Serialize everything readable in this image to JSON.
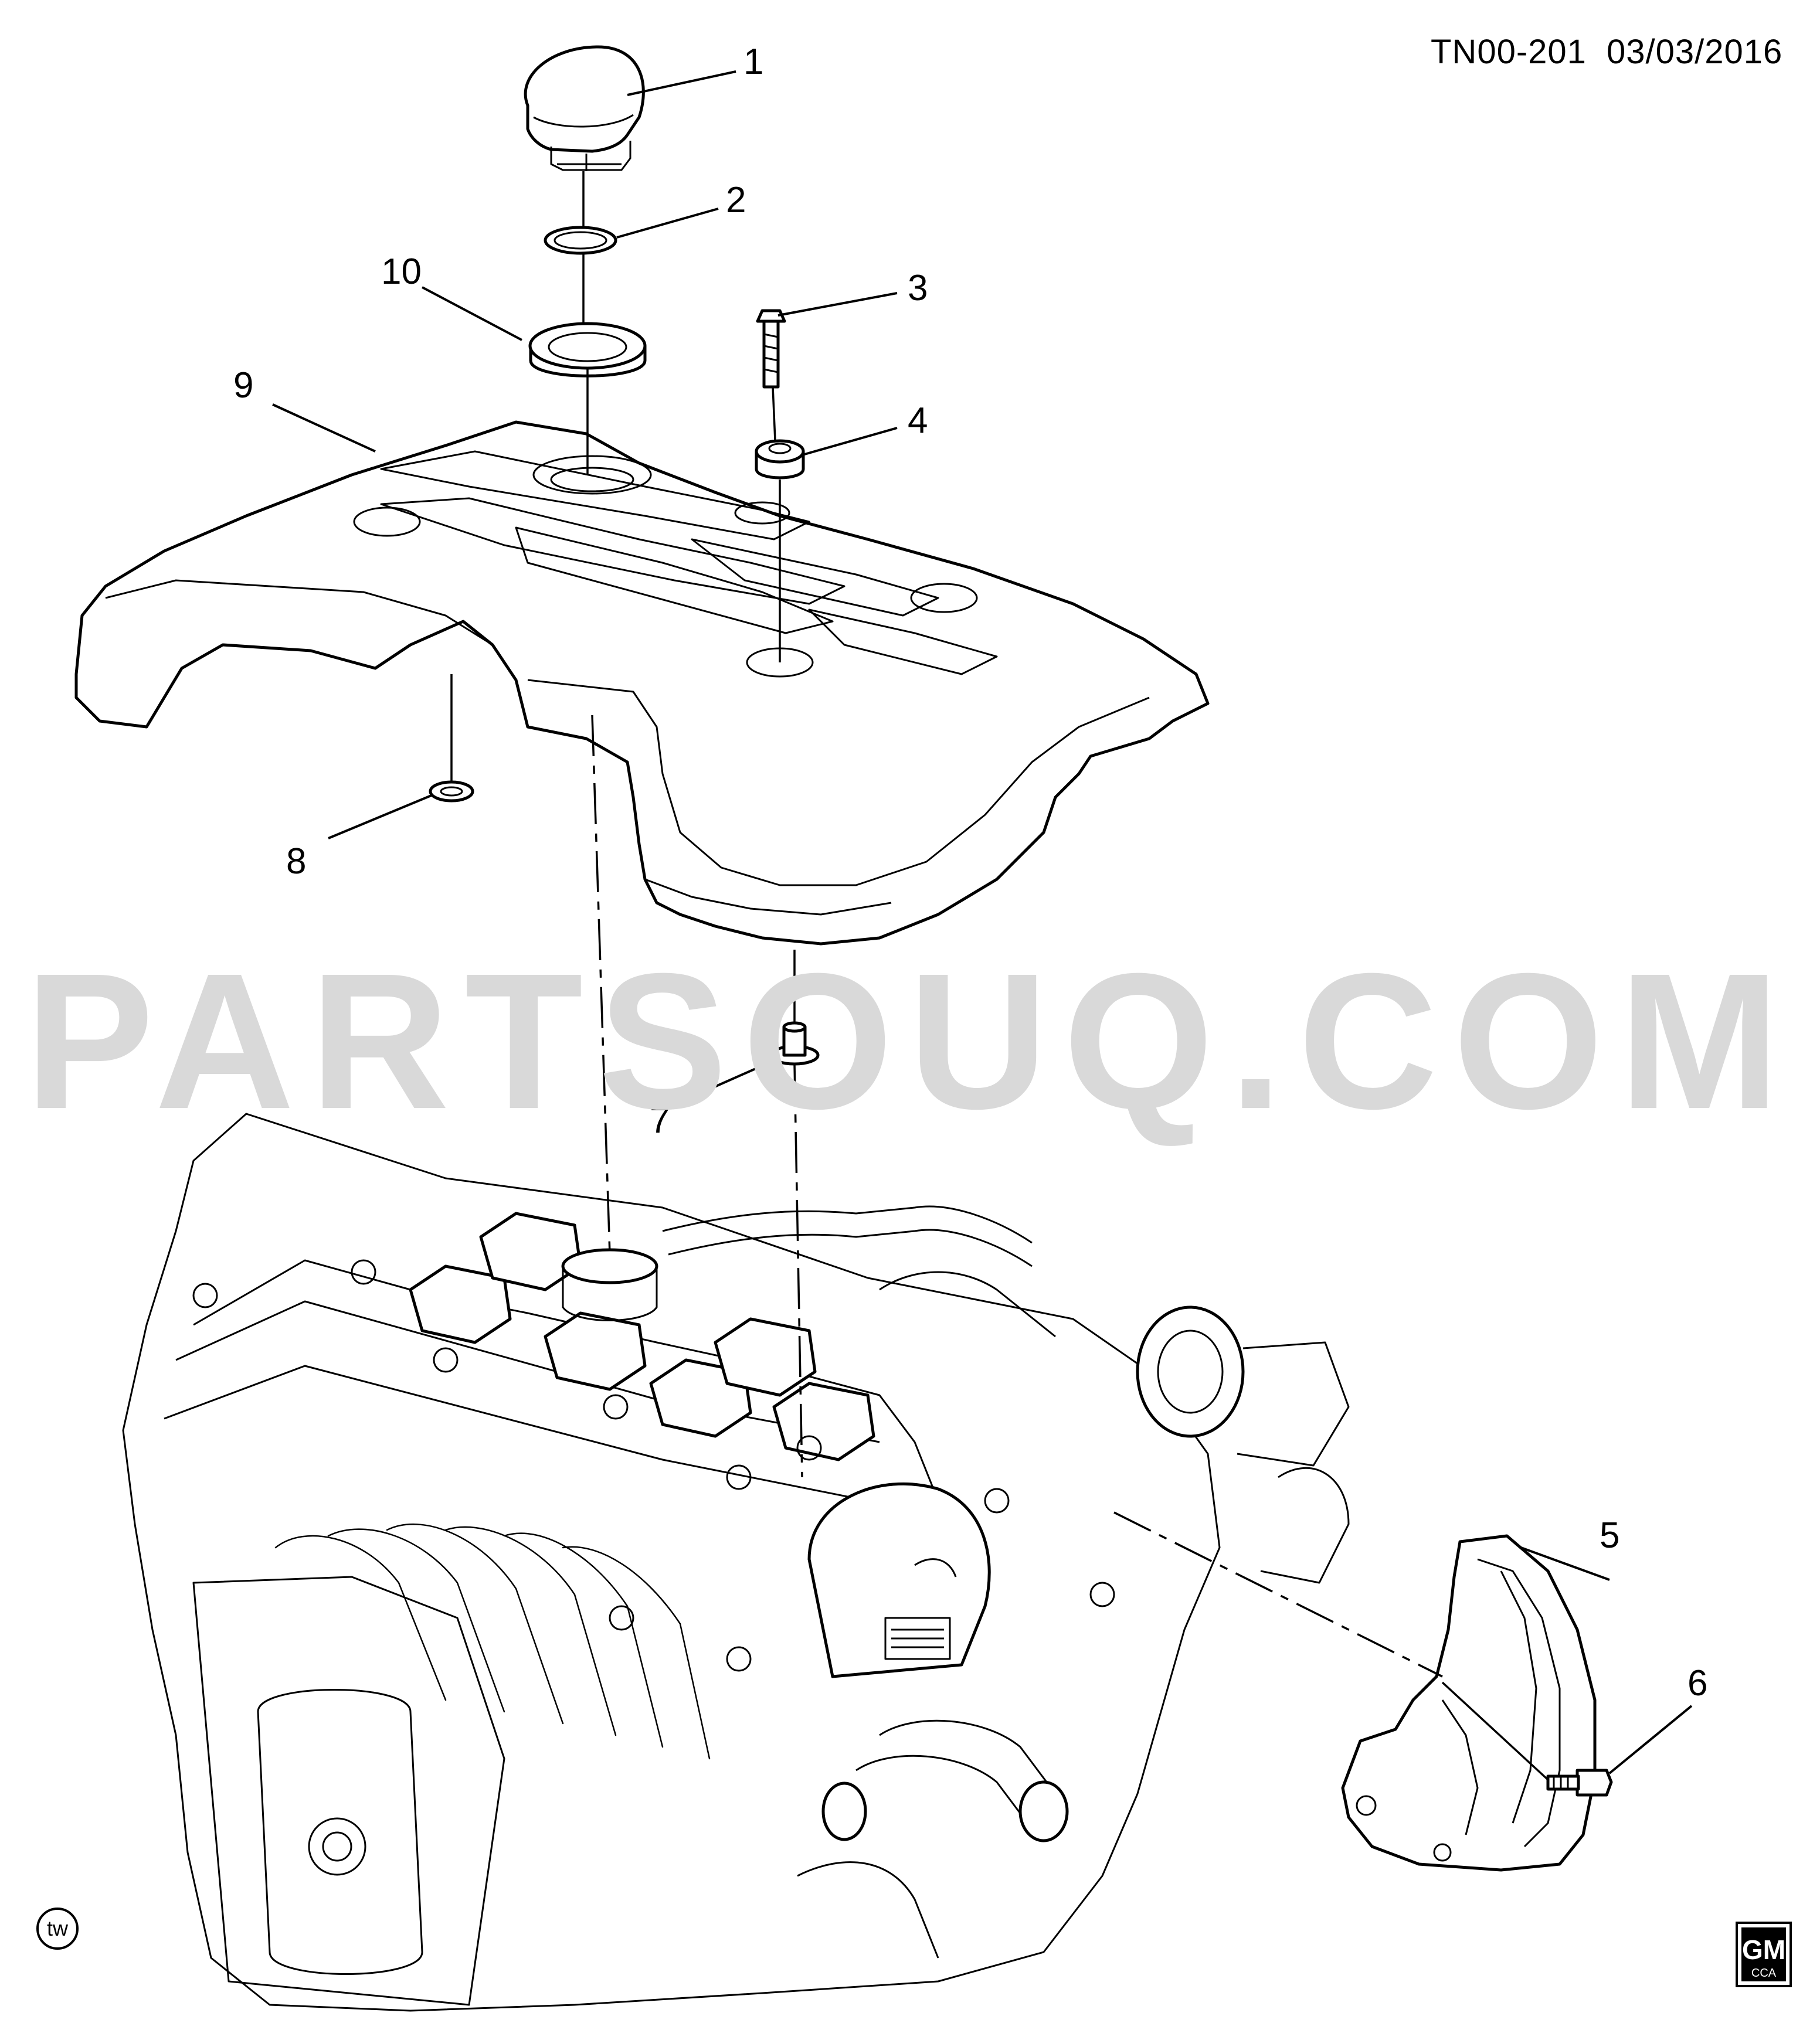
{
  "header": {
    "diagram_code": "TN00-201",
    "date": "03/03/2016"
  },
  "watermark": {
    "text": "PARTSOUQ.COM",
    "color": "#d9d9d9"
  },
  "callouts": [
    {
      "number": "1"
    },
    {
      "number": "2"
    },
    {
      "number": "3"
    },
    {
      "number": "4"
    },
    {
      "number": "5"
    },
    {
      "number": "6"
    },
    {
      "number": "7"
    },
    {
      "number": "8"
    },
    {
      "number": "9"
    },
    {
      "number": "10"
    }
  ],
  "footer": {
    "tw_badge": "tw",
    "gm_logo": "GM",
    "gm_logo_sub": "CCA"
  },
  "icons": {
    "gm-logo": "GM brand square logo",
    "tw-badge": "circled tw marker"
  }
}
